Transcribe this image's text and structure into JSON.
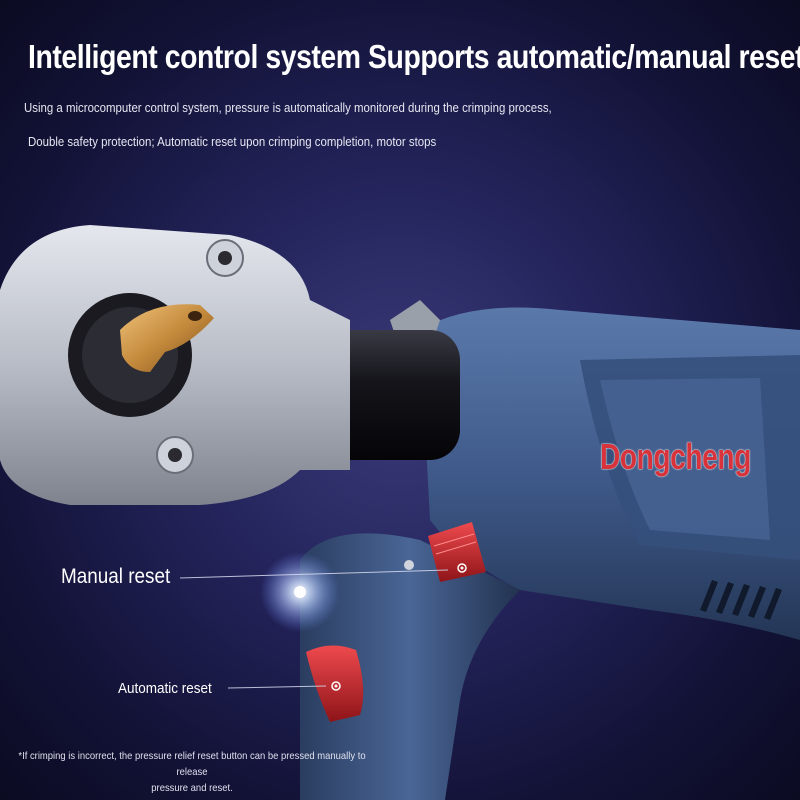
{
  "headline": "Intelligent control system Supports automatic/manual reset",
  "description": {
    "line1": "Using a microcomputer control system, pressure is automatically monitored during the crimping process,",
    "line2": "Double safety protection; Automatic reset upon crimping completion, motor stops"
  },
  "brand": "Dongcheng",
  "callouts": {
    "manual_reset": "Manual reset",
    "automatic_reset": "Automatic reset"
  },
  "footnote": {
    "line1": "*If crimping is incorrect, the pressure relief reset button can be pressed manually to release",
    "line2": "pressure and reset."
  },
  "colors": {
    "background": "#23235a",
    "tool_body": "#3f5a8a",
    "crimp_head": "#c8ccd4",
    "reset_button": "#c8262c",
    "brand_text": "#d8323a"
  }
}
